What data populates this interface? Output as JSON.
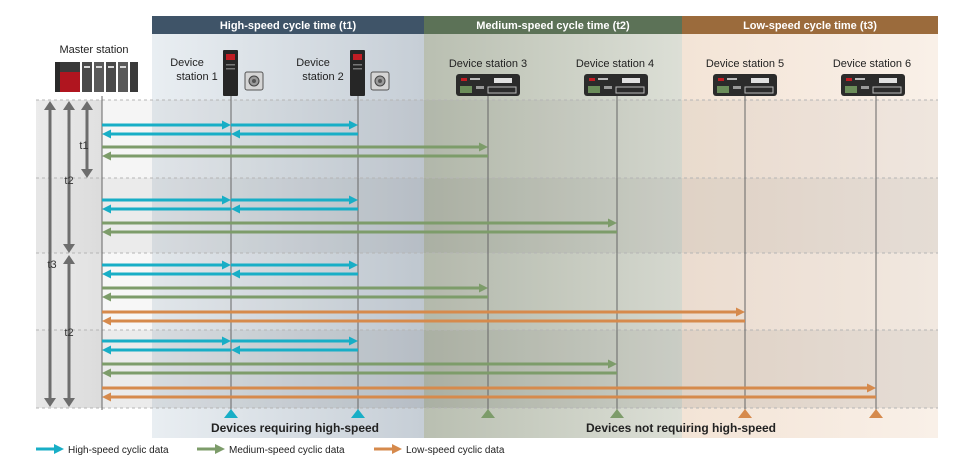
{
  "header": {
    "high": "High-speed cycle time (t1)",
    "medium": "Medium-speed cycle time (t2)",
    "low": "Low-speed cycle time (t3)"
  },
  "master_label": "Master station",
  "stations": [
    {
      "line1": "Device",
      "line2": "station 1"
    },
    {
      "line1": "Device",
      "line2": "station 2"
    },
    {
      "line1": "Device station 3",
      "line2": ""
    },
    {
      "line1": "Device station 4",
      "line2": ""
    },
    {
      "line1": "Device station 5",
      "line2": ""
    },
    {
      "line1": "Device station 6",
      "line2": ""
    }
  ],
  "time_labels": {
    "t1": "t1",
    "t2a": "t2",
    "t3": "t3",
    "t2b": "t2"
  },
  "bottom": {
    "requiring": "Devices requiring high-speed",
    "not_requiring": "Devices not requiring high-speed"
  },
  "legend": {
    "high": "High-speed cyclic data",
    "medium": "Medium-speed cyclic data",
    "low": "Low-speed cyclic data"
  },
  "colors": {
    "high": "#18aec6",
    "medium": "#7d9c6a",
    "low": "#d68a4c",
    "header_high": "#3f5468",
    "header_medium": "#5c7257",
    "header_low": "#9b6b3c"
  }
}
